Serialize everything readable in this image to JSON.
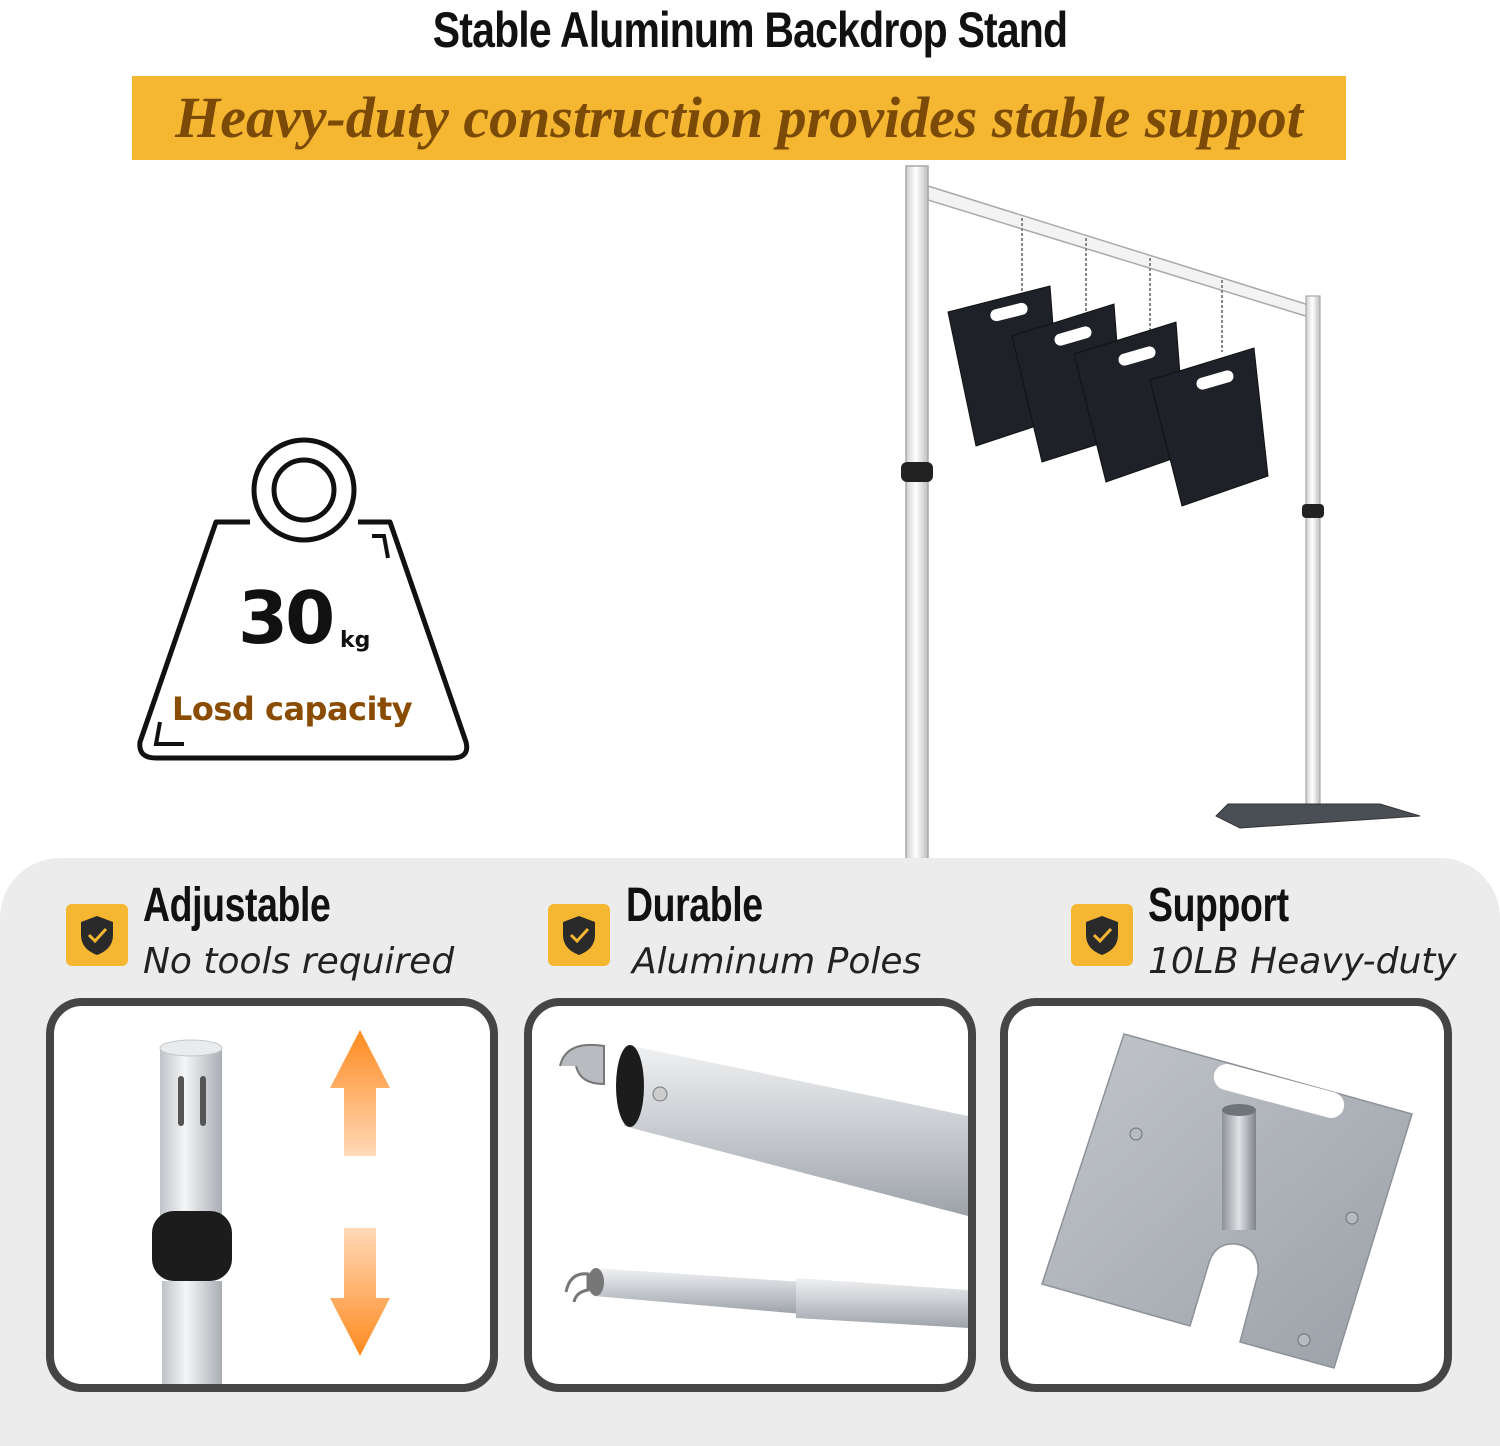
{
  "title": "Stable Aluminum Backdrop Stand",
  "banner": "Heavy-duty construction provides stable suppot",
  "weight": {
    "value": "30",
    "unit": "kg",
    "caption": "Losd capacity"
  },
  "features": [
    {
      "title": "Adjustable",
      "subtitle": "No tools required"
    },
    {
      "title": "Durable",
      "subtitle": "Aluminum Poles"
    },
    {
      "title": "Support",
      "subtitle": "10LB Heavy-duty"
    }
  ],
  "colors": {
    "accent": "#f5b731",
    "banner_text": "#7a4a06",
    "caption": "#8a4c00",
    "panel": "#ececec",
    "card_border": "#454545"
  },
  "icons": [
    "weight-icon",
    "shield-check-icon",
    "arrow-up-icon",
    "arrow-down-icon"
  ]
}
